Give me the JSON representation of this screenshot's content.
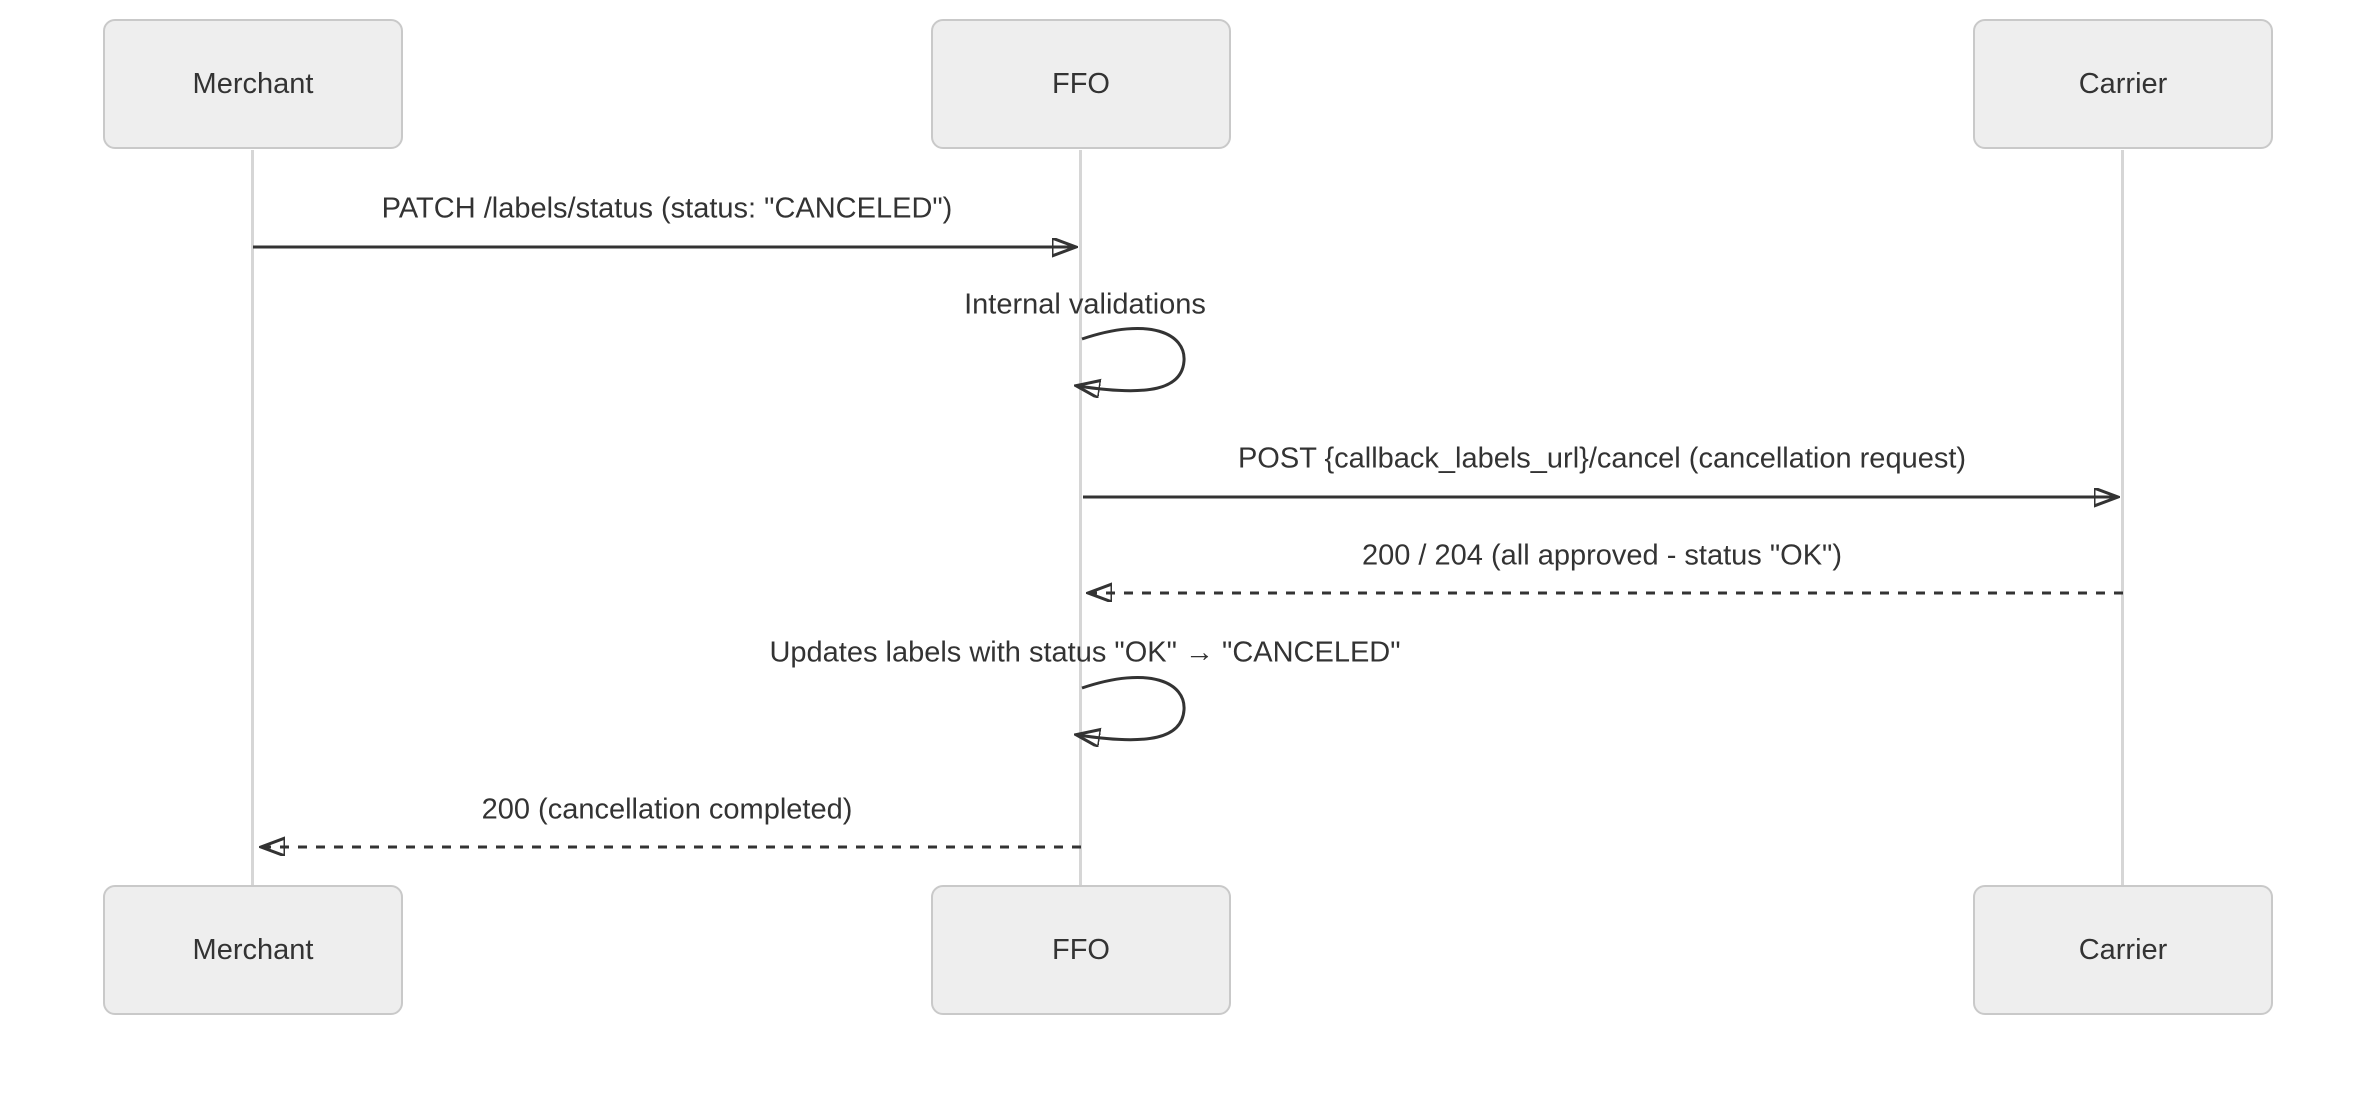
{
  "diagram": {
    "type": "sequence-diagram",
    "actors": [
      {
        "id": "merchant",
        "name": "Merchant"
      },
      {
        "id": "ffo",
        "name": "FFO"
      },
      {
        "id": "carrier",
        "name": "Carrier"
      }
    ],
    "messages": [
      {
        "from": "Merchant",
        "to": "FFO",
        "line": "solid",
        "label": "PATCH /labels/status (status: \"CANCELED\")"
      },
      {
        "from": "FFO",
        "to": "FFO",
        "line": "self-loop",
        "label": "Internal validations"
      },
      {
        "from": "FFO",
        "to": "Carrier",
        "line": "solid",
        "label": "POST {callback_labels_url}/cancel (cancellation request)"
      },
      {
        "from": "Carrier",
        "to": "FFO",
        "line": "dashed",
        "label": "200 / 204 (all approved - status \"OK\")"
      },
      {
        "from": "FFO",
        "to": "FFO",
        "line": "self-loop",
        "label": "Updates labels with status \"OK\" → \"CANCELED\""
      },
      {
        "from": "FFO",
        "to": "Merchant",
        "line": "dashed",
        "label": "200 (cancellation completed)"
      }
    ],
    "colors": {
      "background": "#ffffff",
      "actor_fill": "#eeeeee",
      "actor_border": "#c9c9c9",
      "lifeline": "#d6d6d6",
      "arrow": "#333333",
      "text": "#333333"
    }
  }
}
